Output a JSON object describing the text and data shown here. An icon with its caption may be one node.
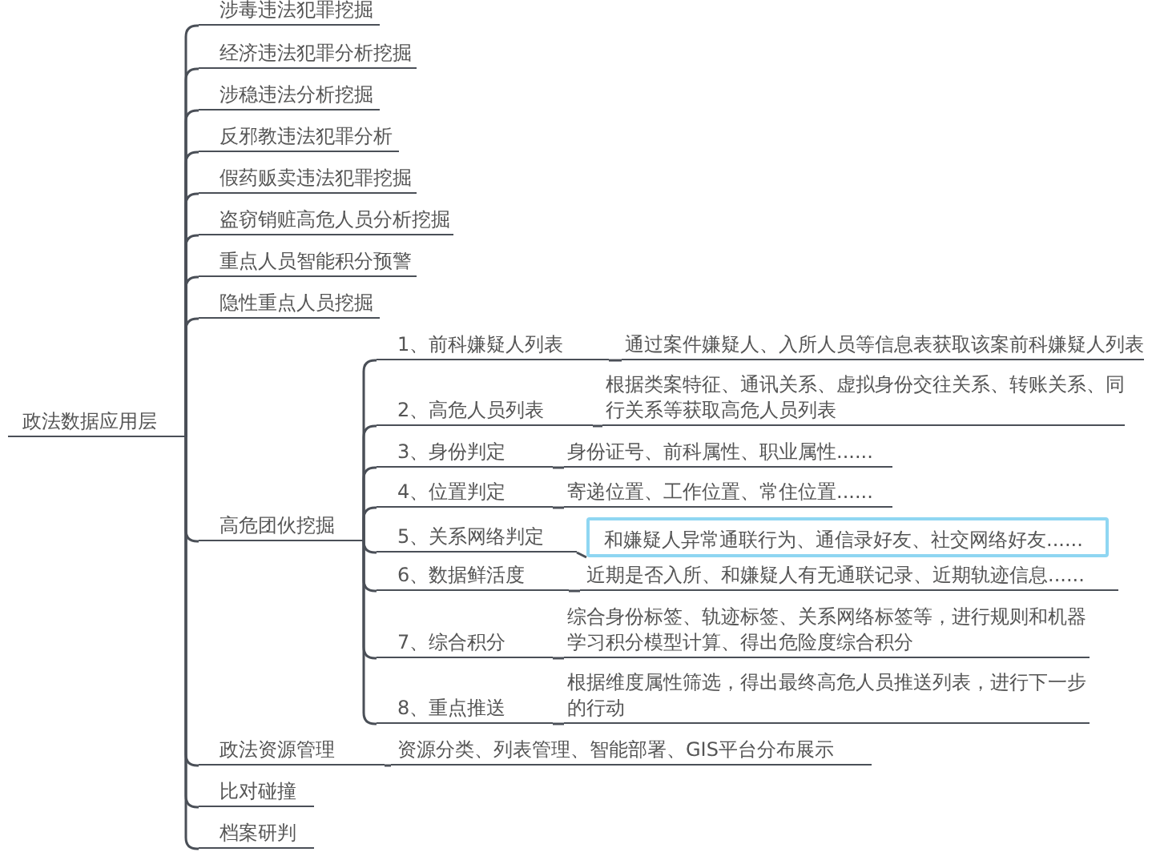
{
  "diagram": {
    "nodes": [
      {
        "text": [
          "政法数据应用层"
        ]
      },
      {
        "text": [
          "涉毒违法犯罪挖掘"
        ]
      },
      {
        "text": [
          "经济违法犯罪分析挖掘"
        ]
      },
      {
        "text": [
          "涉稳违法分析挖掘"
        ]
      },
      {
        "text": [
          "反邪教违法犯罪分析"
        ]
      },
      {
        "text": [
          "假药贩卖违法犯罪挖掘"
        ]
      },
      {
        "text": [
          "盗窃销赃高危人员分析挖掘"
        ]
      },
      {
        "text": [
          "重点人员智能积分预警"
        ]
      },
      {
        "text": [
          "隐性重点人员挖掘"
        ]
      },
      {
        "text": [
          "高危团伙挖掘"
        ]
      },
      {
        "text": [
          "1、前科嫌疑人列表"
        ]
      },
      {
        "text": [
          "通过案件嫌疑人、入所人员等信息表获取该案前科嫌疑人列表"
        ]
      },
      {
        "text": [
          "2、高危人员列表"
        ]
      },
      {
        "text": [
          "根据类案特征、通讯关系、虚拟身份交往关系、转账关系、同行关系等获取高危人员列表"
        ]
      },
      {
        "text": [
          "3、身份判定"
        ]
      },
      {
        "text": [
          "身份证号、前科属性、职业属性......"
        ]
      },
      {
        "text": [
          "4、位置判定"
        ]
      },
      {
        "text": [
          "寄递位置、工作位置、常住位置......"
        ]
      },
      {
        "text": [
          "5、关系网络判定"
        ]
      },
      {
        "text": [
          "和嫌疑人异常通联行为、通信录好友、社交网络好友......"
        ]
      },
      {
        "text": [
          "6、数据鲜活度"
        ]
      },
      {
        "text": [
          "近期是否入所、和嫌疑人有无通联记录、近期轨迹信息......"
        ]
      },
      {
        "text": [
          "7、综合积分"
        ]
      },
      {
        "text": [
          "综合身份标签、轨迹标签、关系网络标签等，进行规则和机器学习积分模型计算、得出危险度综合积分"
        ]
      },
      {
        "text": [
          "8、重点推送"
        ]
      },
      {
        "text": [
          "根据维度属性筛选，得出最终高危人员推送列表，进行下一步的行动"
        ]
      },
      {
        "text": [
          "政法资源管理"
        ]
      },
      {
        "text": [
          "资源分类、列表管理、智能部署、GIS平台分布展示"
        ]
      },
      {
        "text": [
          "比对碰撞"
        ]
      },
      {
        "text": [
          "档案研判"
        ]
      }
    ],
    "edges": [
      {
        "from": 0,
        "to": 1,
        "arrow": "none"
      },
      {
        "from": 0,
        "to": 2,
        "arrow": "none"
      },
      {
        "from": 0,
        "to": 3,
        "arrow": "none"
      },
      {
        "from": 0,
        "to": 4,
        "arrow": "none"
      },
      {
        "from": 0,
        "to": 5,
        "arrow": "none"
      },
      {
        "from": 0,
        "to": 6,
        "arrow": "none"
      },
      {
        "from": 0,
        "to": 7,
        "arrow": "none"
      },
      {
        "from": 0,
        "to": 8,
        "arrow": "none"
      },
      {
        "from": 0,
        "to": 9,
        "arrow": "none"
      },
      {
        "from": 9,
        "to": 10,
        "arrow": "none"
      },
      {
        "from": 10,
        "to": 11,
        "arrow": "none"
      },
      {
        "from": 9,
        "to": 12,
        "arrow": "none"
      },
      {
        "from": 12,
        "to": 13,
        "arrow": "none"
      },
      {
        "from": 9,
        "to": 14,
        "arrow": "none"
      },
      {
        "from": 14,
        "to": 15,
        "arrow": "none"
      },
      {
        "from": 9,
        "to": 16,
        "arrow": "none"
      },
      {
        "from": 16,
        "to": 17,
        "arrow": "none"
      },
      {
        "from": 9,
        "to": 18,
        "arrow": "none"
      },
      {
        "from": 18,
        "to": 19,
        "arrow": "none"
      },
      {
        "from": 9,
        "to": 20,
        "arrow": "none"
      },
      {
        "from": 20,
        "to": 21,
        "arrow": "none"
      },
      {
        "from": 9,
        "to": 22,
        "arrow": "none"
      },
      {
        "from": 22,
        "to": 23,
        "arrow": "none"
      },
      {
        "from": 9,
        "to": 24,
        "arrow": "none"
      },
      {
        "from": 24,
        "to": 25,
        "arrow": "none"
      },
      {
        "from": 0,
        "to": 26,
        "arrow": "none"
      },
      {
        "from": 26,
        "to": 27,
        "arrow": "none"
      },
      {
        "from": 0,
        "to": 28,
        "arrow": "none"
      },
      {
        "from": 0,
        "to": 29,
        "arrow": "none"
      }
    ]
  }
}
